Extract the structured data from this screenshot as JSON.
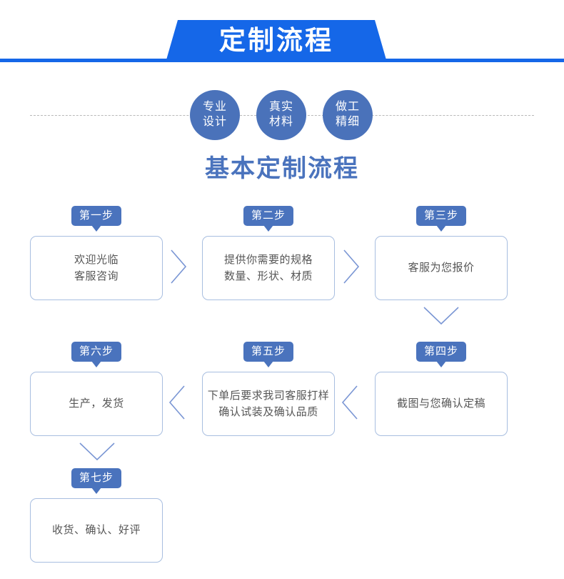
{
  "banner": {
    "title": "定制流程",
    "bg_color": "#1567e8",
    "text_color": "#ffffff"
  },
  "features": {
    "dash_color": "#b9b9b9",
    "circle_color": "#4a72ba",
    "items": [
      {
        "line1": "专业",
        "line2": "设计"
      },
      {
        "line1": "真实",
        "line2": "材料"
      },
      {
        "line1": "做工",
        "line2": "精细"
      }
    ]
  },
  "section": {
    "title": "基本定制流程",
    "title_color": "#4a73bd"
  },
  "flow": {
    "badge_color": "#4a73bd",
    "box_border_color": "#a8bee0",
    "arrow_color": "#7a96d4",
    "steps": [
      {
        "badge": "第一步",
        "line1": "欢迎光临",
        "line2": "客服咨询"
      },
      {
        "badge": "第二步",
        "line1": "提供你需要的规格",
        "line2": "数量、形状、材质"
      },
      {
        "badge": "第三步",
        "line1": "客服为您报价",
        "line2": ""
      },
      {
        "badge": "第四步",
        "line1": "截图与您确认定稿",
        "line2": ""
      },
      {
        "badge": "第五步",
        "line1": "下单后要求我司客服打样",
        "line2": "确认试装及确认品质"
      },
      {
        "badge": "第六步",
        "line1": "生产，发货",
        "line2": ""
      },
      {
        "badge": "第七步",
        "line1": "收货、确认、好评",
        "line2": ""
      }
    ]
  }
}
